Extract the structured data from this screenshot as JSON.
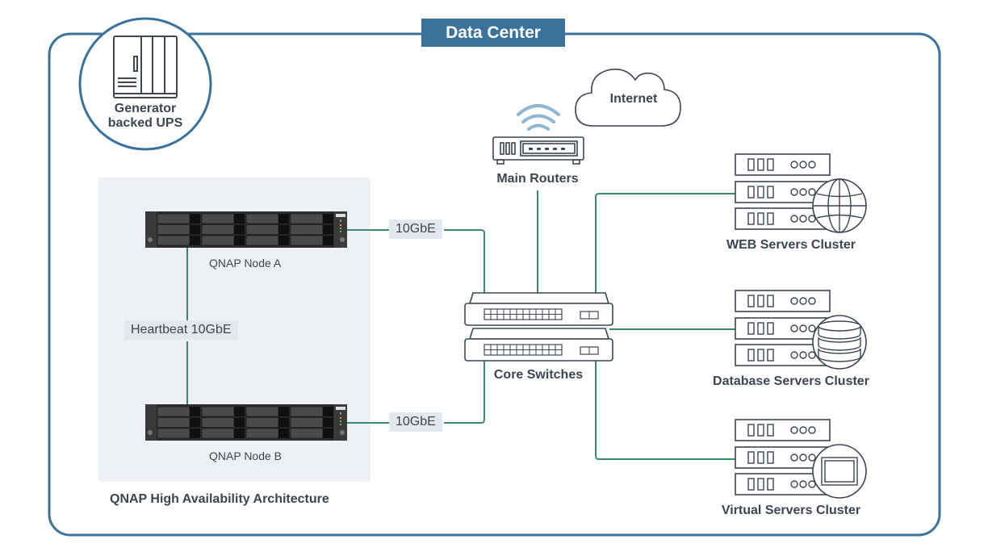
{
  "title": "Data Center",
  "colors": {
    "frame": "#3a729c",
    "link": "#3b8a6a",
    "icon_stroke": "#3d4550",
    "wifi": "#8fb6d3",
    "ha_zone_bg": "#edf1f6",
    "tag_bg": "#e3e8ef"
  },
  "power": {
    "label_line1": "Generator",
    "label_line2": "backed UPS",
    "icon": "ups-cabinet-icon"
  },
  "internet": {
    "label": "Internet",
    "icon": "cloud-icon"
  },
  "router": {
    "label": "Main Routers",
    "icon": "router-icon",
    "wifi_icon": "wifi-icon"
  },
  "switch": {
    "label": "Core Switches",
    "icon": "network-switch-icon"
  },
  "ha": {
    "zone_label": "QNAP High Availability Architecture",
    "node_a": "QNAP Node A",
    "node_b": "QNAP Node B",
    "heartbeat_label": "Heartbeat 10GbE",
    "link_a_label": "10GbE",
    "link_b_label": "10GbE"
  },
  "clusters": [
    {
      "label": "WEB Servers Cluster",
      "badge_icon": "globe-icon"
    },
    {
      "label": "Database Servers Cluster",
      "badge_icon": "database-icon"
    },
    {
      "label": "Virtual Servers Cluster",
      "badge_icon": "virtual-machine-icon"
    }
  ]
}
